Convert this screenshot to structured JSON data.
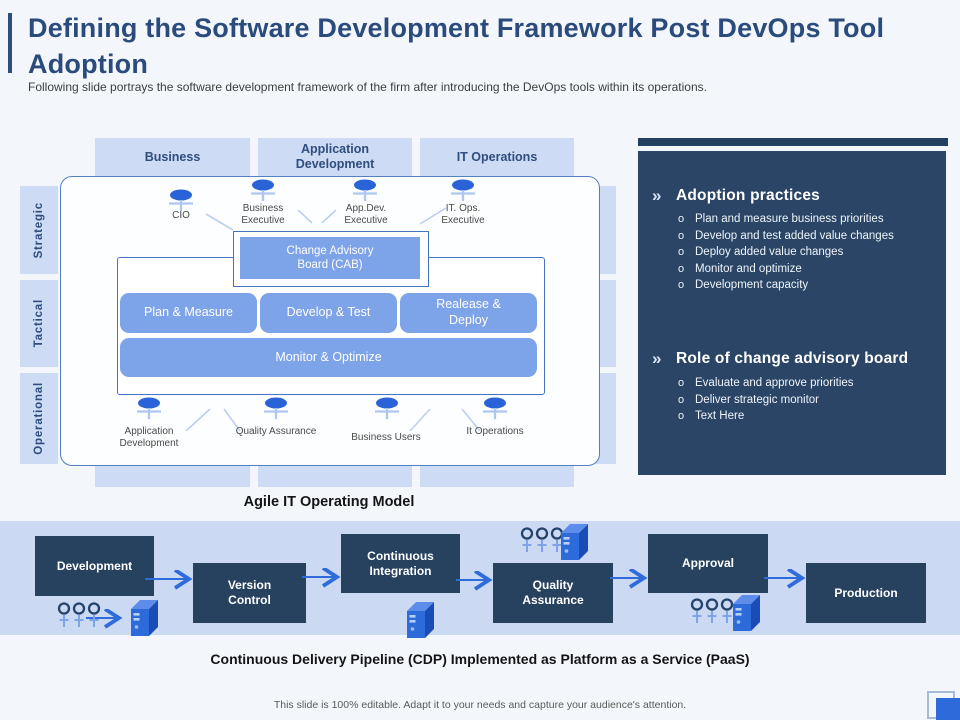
{
  "slide": {
    "title": "Defining the Software Development Framework Post DevOps Tool Adoption",
    "subtitle": "Following slide portrays the software development framework of the firm after introducing the DevOps tools within its operations.",
    "footer": "This slide is 100% editable. Adapt it to your needs and capture your audience's attention."
  },
  "matrix": {
    "caption": "Agile IT Operating Model",
    "columns": [
      "Business",
      "Application Development",
      "IT Operations"
    ],
    "rows": [
      "Strategic",
      "Tactical",
      "Operational"
    ],
    "executives": [
      "CIO",
      "Business Executive",
      "App.Dev. Executive",
      "IT. Ops. Executive"
    ],
    "cab_label": "Change Advisory Board (CAB)",
    "process_boxes": [
      "Plan & Measure",
      "Develop & Test",
      "Realease & Deploy"
    ],
    "monitor_label": "Monitor & Optimize",
    "bottom_roles": [
      "Application Development",
      "Quality Assurance",
      "Business Users",
      "It Operations"
    ]
  },
  "side_panel": {
    "sections": [
      {
        "heading": "Adoption practices",
        "bullets": [
          "Plan and measure business priorities",
          "Develop and test added value changes",
          "Deploy added value changes",
          "Monitor and optimize",
          "Development capacity"
        ]
      },
      {
        "heading": "Role of change advisory board",
        "bullets": [
          "Evaluate and approve priorities",
          "Deliver strategic monitor",
          "Text Here"
        ]
      }
    ]
  },
  "pipeline": {
    "caption": "Continuous Delivery Pipeline (CDP) Implemented as Platform as a Service (PaaS)",
    "stages": [
      "Development",
      "Version Control",
      "Continuous Integration",
      "Quality Assurance",
      "Approval",
      "Production"
    ]
  },
  "icons": {
    "chevron": "»",
    "bullet_marker": "o"
  },
  "colors": {
    "background": "#F3F7FC",
    "title_navy": "#2B4B7D",
    "cell_light_blue": "#CDDBF5",
    "box_blue": "#7DA3E8",
    "panel_navy": "#2A4565",
    "pipeline_box_navy": "#27425F",
    "pipeline_band": "#CBD9F2",
    "arrow_blue": "#2F6BDB",
    "icon_head_blue": "#2A63D8",
    "border_blue": "#4472C4",
    "corner_blue": "#2D6BDB"
  }
}
